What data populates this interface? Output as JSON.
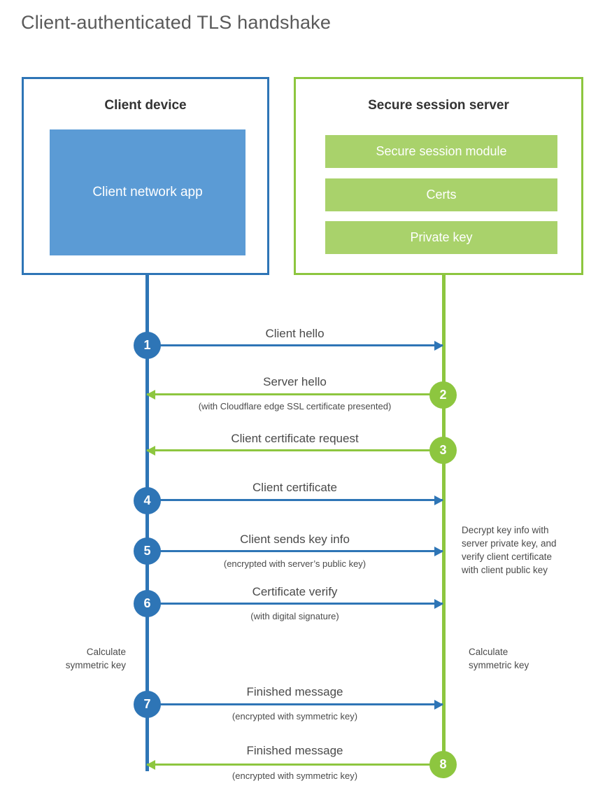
{
  "title": "Client-authenticated TLS handshake",
  "colors": {
    "client_blue": "#2E75B6",
    "client_fill": "#5B9BD5",
    "server_green": "#8DC63F",
    "server_fill": "#A9D26B",
    "text": "#4a4a4a"
  },
  "participants": {
    "client": {
      "title": "Client device",
      "app_label": "Client network app"
    },
    "server": {
      "title": "Secure session server",
      "components": [
        "Secure session module",
        "Certs",
        "Private key"
      ]
    }
  },
  "steps": [
    {
      "number": "1",
      "direction": "client-to-server",
      "color": "blue",
      "label": "Client hello",
      "sublabel": ""
    },
    {
      "number": "2",
      "direction": "server-to-client",
      "color": "green",
      "label": "Server hello",
      "sublabel": "(with Cloudflare edge SSL certificate presented)"
    },
    {
      "number": "3",
      "direction": "server-to-client",
      "color": "green",
      "label": "Client certificate request",
      "sublabel": ""
    },
    {
      "number": "4",
      "direction": "client-to-server",
      "color": "blue",
      "label": "Client certificate",
      "sublabel": ""
    },
    {
      "number": "5",
      "direction": "client-to-server",
      "color": "blue",
      "label": "Client sends key info",
      "sublabel": "(encrypted with server’s public key)"
    },
    {
      "number": "6",
      "direction": "client-to-server",
      "color": "blue",
      "label": "Certificate verify",
      "sublabel": "(with digital signature)"
    },
    {
      "number": "7",
      "direction": "client-to-server",
      "color": "blue",
      "label": "Finished message",
      "sublabel": "(encrypted with symmetric key)"
    },
    {
      "number": "8",
      "direction": "server-to-client",
      "color": "green",
      "label": "Finished message",
      "sublabel": "(encrypted with symmetric key)"
    }
  ],
  "notes": {
    "server_decrypt": "Decrypt key info with\nserver private key, and\nverify client certificate\nwith client public key",
    "client_calculate": "Calculate\nsymmetric key",
    "server_calculate": "Calculate\nsymmetric key"
  }
}
